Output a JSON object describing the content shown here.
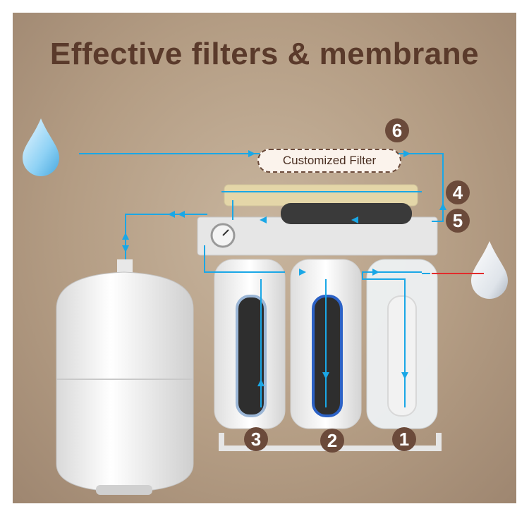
{
  "headline": "Effective filters & membrane",
  "custom_filter_label": "Customized Filter",
  "stage_numbers": [
    "1",
    "2",
    "3",
    "4",
    "5",
    "6"
  ],
  "colors": {
    "background": "#b49d84",
    "headline": "#5a3a2b",
    "badge": "#6b4a3a",
    "flow": "#1aa7e6"
  },
  "icons": [
    "water-drop-icon",
    "pressure-gauge-icon",
    "flow-arrow-icon"
  ]
}
